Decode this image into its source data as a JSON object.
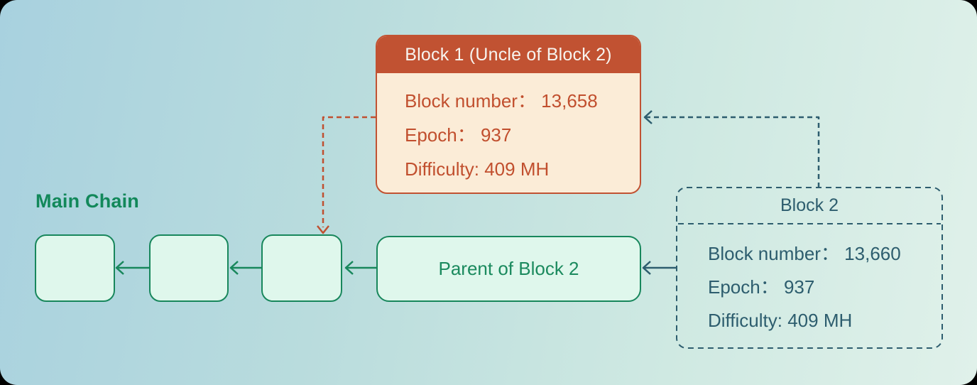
{
  "main_chain": {
    "label": "Main Chain",
    "parent_block_label": "Parent of Block 2",
    "empty_block_count": 3
  },
  "block1": {
    "title": "Block 1 (Uncle of Block 2)",
    "fields": [
      "Block number： 13,658",
      "Epoch： 937",
      "Difficulty: 409 MH"
    ]
  },
  "block2": {
    "title": "Block 2",
    "fields": [
      "Block number： 13,660",
      "Epoch： 937",
      "Difficulty: 409 MH"
    ]
  },
  "colors": {
    "accent_orange": "#c15232",
    "uncle_body_bg": "#fbecd7",
    "uncle_text": "#c14f2e",
    "accent_green": "#18875c",
    "chain_block_bg": "#dff7ec",
    "accent_teal": "#2d5d6e",
    "background_start": "#a8d1df",
    "background_end": "#e0f1ea"
  }
}
